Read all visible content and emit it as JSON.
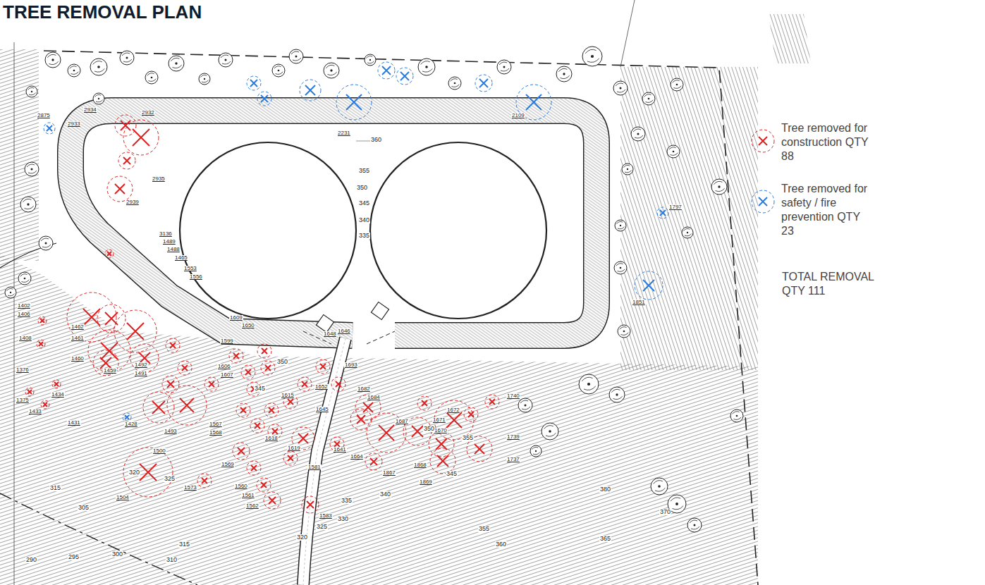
{
  "diagram": {
    "title": "TREE REMOVAL PLAN",
    "labels": [
      "2934",
      "2933",
      "2875",
      "2932",
      "2935",
      "2939",
      "2231",
      "2109",
      "3136",
      "1489",
      "1488",
      "1465",
      "1553",
      "1556",
      "1402",
      "1406",
      "1408",
      "1462",
      "1461",
      "1460",
      "1459",
      "1492",
      "1491",
      "1376",
      "1375",
      "1434",
      "1433",
      "1431",
      "1428",
      "1493",
      "1500",
      "1504",
      "1573",
      "1567",
      "1568",
      "1609",
      "1599",
      "1650",
      "1606",
      "1607",
      "1615",
      "1645",
      "1648",
      "1646",
      "1652",
      "1693",
      "1618",
      "1619",
      "1569",
      "1560",
      "1561",
      "1562",
      "1581",
      "1583",
      "1641",
      "1664",
      "1682",
      "1684",
      "1687",
      "1867",
      "1868",
      "1869",
      "1672",
      "1671",
      "1670",
      "1740",
      "1739",
      "1737",
      "1797",
      "1851",
      "360",
      "355",
      "350",
      "345",
      "340",
      "335",
      "350",
      "345",
      "320",
      "325",
      "315",
      "305",
      "315",
      "310",
      "300",
      "295",
      "290",
      "320",
      "330",
      "335",
      "340",
      "345",
      "355",
      "360",
      "365",
      "370",
      "380",
      "350",
      "355",
      "325",
      "TOTAL REMOVAL QTY 111"
    ],
    "legend": [
      {
        "text": "Tree removed for construction QTY 88"
      },
      {
        "text": "Tree removed for safety / fire prevention QTY 23"
      }
    ]
  }
}
